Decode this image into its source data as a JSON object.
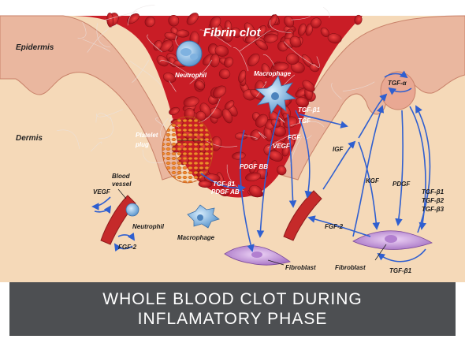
{
  "caption": {
    "line1": "WHOLE BLOOD CLOT DURING",
    "line2": "INFLAMATORY PHASE"
  },
  "tissue_labels": {
    "epidermis": "Epidermis",
    "dermis": "Dermis"
  },
  "cell_labels": {
    "fibrin_clot": "Fibrin clot",
    "neutrophil_top": "Neutrophil",
    "macrophage_top": "Macrophage",
    "platelet_line1": "Platelet",
    "platelet_line2": "plug",
    "blood_vessel_line1": "Blood",
    "blood_vessel_line2": "vessel",
    "neutrophil_bottom": "Neutrophil",
    "macrophage_bottom": "Macrophage",
    "fibroblast_center": "Fibroblast",
    "fibroblast_right": "Fibroblast"
  },
  "factor_labels": {
    "tgf_b1_top": "TGF-β1",
    "tgf_top": "TGF",
    "fgf_mid": "FGF",
    "vegf_mid": "VEGF",
    "pdgf_bb": "PDGF BB",
    "tgf_b1_plug": "TGF-β1",
    "pdgf_ab": "PDGF AB",
    "vegf_left": "VEGF",
    "fgf2_left": "FGF-2",
    "igf": "IGF",
    "tgf_a": "TGF-α",
    "kgf": "KGF",
    "pdgf_right": "PDGF",
    "tgf_b1_right": "TGF-β1",
    "tgf_b2_right": "TGF-β2",
    "tgf_b3_right": "TGF-β3",
    "fgf2_right": "FGF-2",
    "tgf_b1_bottom": "TGF-β1"
  },
  "colors": {
    "epidermis": "#eab79f",
    "dermis": "#f5d9b8",
    "clot": "#c91d26",
    "arrow": "#2f5fd0",
    "caption_bar": "#4d4f52"
  }
}
